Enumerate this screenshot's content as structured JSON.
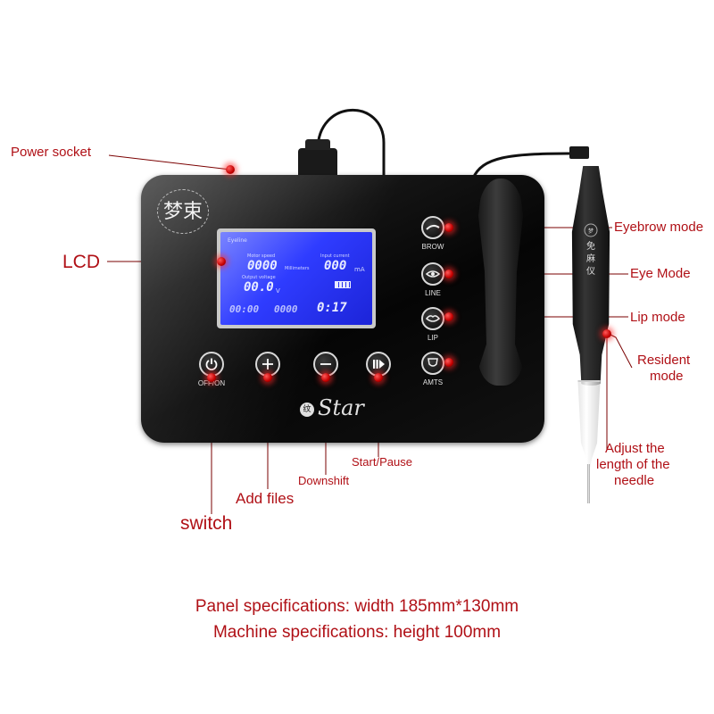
{
  "callouts": {
    "power_socket": "Power socket",
    "lcd": "LCD",
    "eyebrow_mode": "Eyebrow mode",
    "eye_mode": "Eye Mode",
    "lip_mode": "Lip mode",
    "resident_mode_line1": "Resident",
    "resident_mode_line2": "mode",
    "adjust_line1": "Adjust the",
    "adjust_line2": "length of the",
    "adjust_line3": "needle",
    "start_pause": "Start/Pause",
    "downshift": "Downshift",
    "add_files": "Add files",
    "switch": "switch"
  },
  "device": {
    "mode_buttons": [
      {
        "label": "BROW",
        "icon": "eyebrow-icon"
      },
      {
        "label": "LINE",
        "icon": "eye-icon"
      },
      {
        "label": "LIP",
        "icon": "lips-icon"
      },
      {
        "label": "AMTS",
        "icon": "shield-icon"
      }
    ],
    "power_label": "OFF/ON",
    "brand_text": "Star",
    "lcd": {
      "mode": "Eyeline",
      "motor_speed_label": "Motor speed",
      "motor_speed_value": "0000",
      "motor_speed_unit": "Millimeters",
      "current_label": "Input current",
      "current_value": "000",
      "current_unit": "mA",
      "voltage_label": "Output voltage",
      "voltage_value": "00.0",
      "voltage_unit": "V",
      "time_left": "00:00",
      "time_mid": "0000",
      "time_right": "0:17"
    }
  },
  "specs": {
    "panel": "Panel specifications: width 185mm*130mm",
    "machine": "Machine specifications: height 100mm"
  },
  "colors": {
    "callout_red": "#b01016",
    "lcd_blue": "#2f3cff",
    "panel_black": "#0a0a0a"
  }
}
